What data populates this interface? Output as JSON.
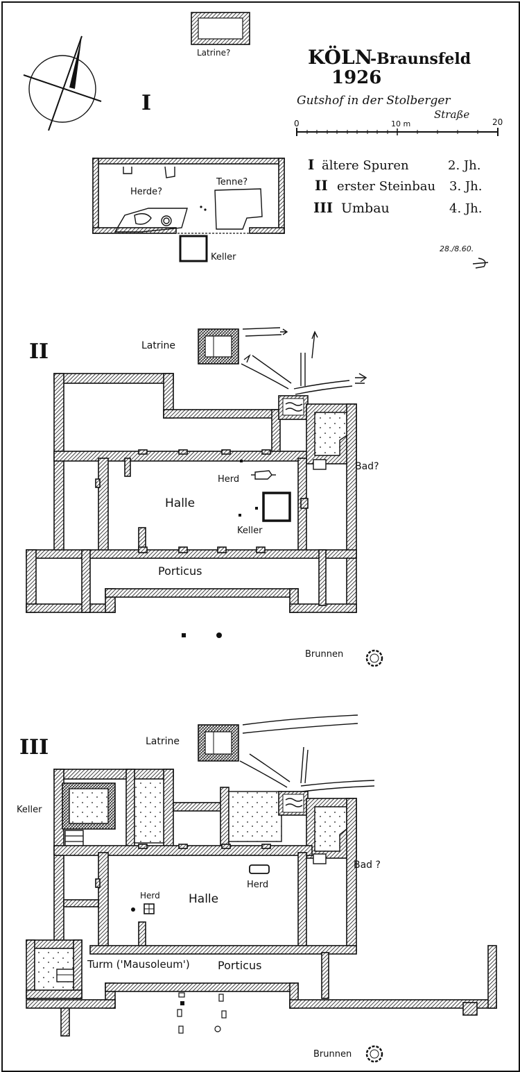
{
  "header": {
    "title_main": "KÖLN",
    "title_suffix": "-Braunsfeld",
    "year": "1926",
    "subtitle_1": "Gutshof in der Stolberger",
    "subtitle_2": "Straße"
  },
  "scale": {
    "tick_0": "0",
    "tick_10": "10 m",
    "tick_20": "20"
  },
  "legend": [
    {
      "numeral": "I",
      "text": "ältere Spuren",
      "century": "2. Jh."
    },
    {
      "numeral": "II",
      "text": "erster Steinbau",
      "century": "3. Jh."
    },
    {
      "numeral": "III",
      "text": "Umbau",
      "century": "4. Jh."
    }
  ],
  "signature": {
    "date": "28./8.60."
  },
  "phase_1": {
    "numeral": "I",
    "latrine": "Latrine?",
    "hearth": "Herde?",
    "threshing_floor": "Tenne?",
    "cellar": "Keller"
  },
  "phase_2": {
    "numeral": "II",
    "latrine": "Latrine",
    "bath": "Bad?",
    "hearth": "Herd",
    "hall": "Halle",
    "cellar": "Keller",
    "porticus": "Porticus",
    "well": "Brunnen"
  },
  "phase_3": {
    "numeral": "III",
    "latrine": "Latrine",
    "cellar": "Keller",
    "bath": "Bad ?",
    "hearth_right": "Herd",
    "hearth_left": "Herd",
    "hall": "Halle",
    "tower": "Turm ('Mausoleum')",
    "porticus": "Porticus",
    "well": "Brunnen"
  },
  "colors": {
    "ink": "#111111",
    "paper": "#ffffff"
  }
}
